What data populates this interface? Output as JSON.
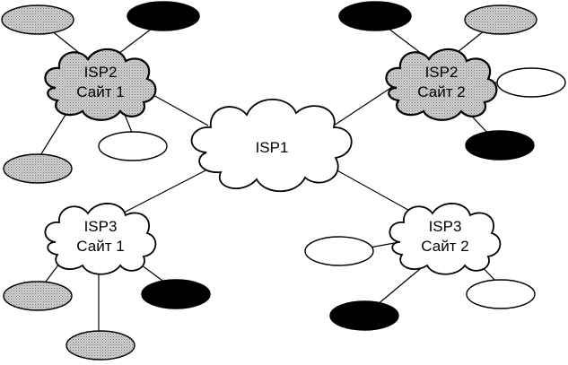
{
  "clouds": [
    {
      "id": "isp1",
      "lines": [
        "ISP1"
      ],
      "style": "white"
    },
    {
      "id": "isp2-site1",
      "lines": [
        "ISP2",
        "Сайт 1"
      ],
      "style": "gray"
    },
    {
      "id": "isp2-site2",
      "lines": [
        "ISP2",
        "Сайт 2"
      ],
      "style": "gray"
    },
    {
      "id": "isp3-site1",
      "lines": [
        "ISP3",
        "Сайт 1"
      ],
      "style": "white"
    },
    {
      "id": "isp3-site2",
      "lines": [
        "ISP3",
        "Сайт 2"
      ],
      "style": "white"
    }
  ],
  "host_fills": {
    "black": "#000000",
    "gray": "#d9d9d9",
    "white": "#ffffff"
  }
}
